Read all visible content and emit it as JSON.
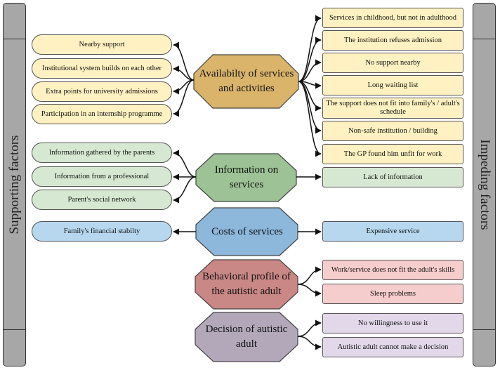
{
  "sidebars": {
    "left": "Supporting factors",
    "right": "Impeding factors"
  },
  "hubs": {
    "availability": "Availabilty of services and activities",
    "information": "Information on services",
    "costs": "Costs of services",
    "behavioral": "Behavioral profile of the autistic adult",
    "decision": "Decision of autistic adult"
  },
  "supporting": {
    "availability": [
      "Nearby support",
      "Institutional system builds on each other",
      "Extra points for university admissions",
      "Participation in an internship programme"
    ],
    "information": [
      "Information gathered by the parents",
      "Information from a professional",
      "Parent's social network"
    ],
    "costs": [
      "Family's financial stabilty"
    ]
  },
  "impeding": {
    "availability": [
      "Services in childhood, but not in adulthood",
      "The institution refuses admission",
      "No support nearby",
      "Long waiting list",
      "The support does not fit into family's / adult's schedule",
      "Non-safe institution / building",
      "The GP found him unfit for work"
    ],
    "information": [
      "Lack of information"
    ],
    "costs": [
      "Expensive service"
    ],
    "behavioral": [
      "Work/service does not fit the adult's skills",
      "Sleep problems"
    ],
    "decision": [
      "No willingness to use it",
      "Autistic adult cannot make a decision"
    ]
  },
  "colors": {
    "availability_hub": "#d9b46a",
    "information_hub": "#9cc295",
    "costs_hub": "#8db7db",
    "behavioral_hub": "#c98785",
    "decision_hub": "#b3a8ba",
    "sidebar": "#a7a7a7"
  }
}
